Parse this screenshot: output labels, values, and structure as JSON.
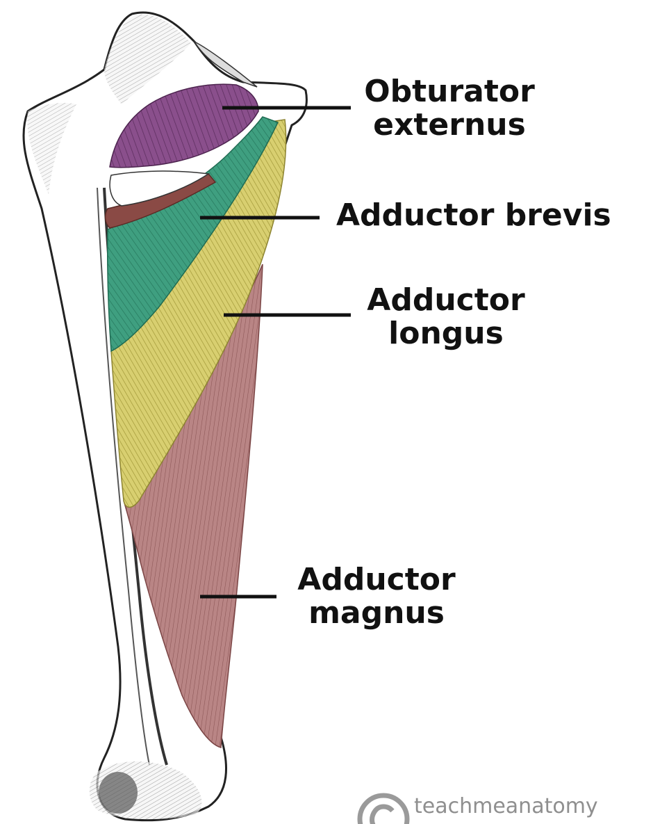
{
  "labels": {
    "obturator_externus": [
      "Obturator",
      "externus"
    ],
    "adductor_brevis": [
      "Adductor brevis"
    ],
    "adductor_longus": [
      "Adductor",
      "longus"
    ],
    "adductor_magnus": [
      "Adductor",
      "magnus"
    ]
  },
  "watermark": {
    "text": "teachmeanatomy"
  },
  "colors": {
    "obturator_externus": "#8a4f8c",
    "adductor_brevis": "#3f9f80",
    "adductor_longus": "#d8cf70",
    "adductor_magnus": "#b98585",
    "adductor_magnus_upper_band": "#8a4a45",
    "bone": "#ffffff",
    "line": "#111111"
  }
}
